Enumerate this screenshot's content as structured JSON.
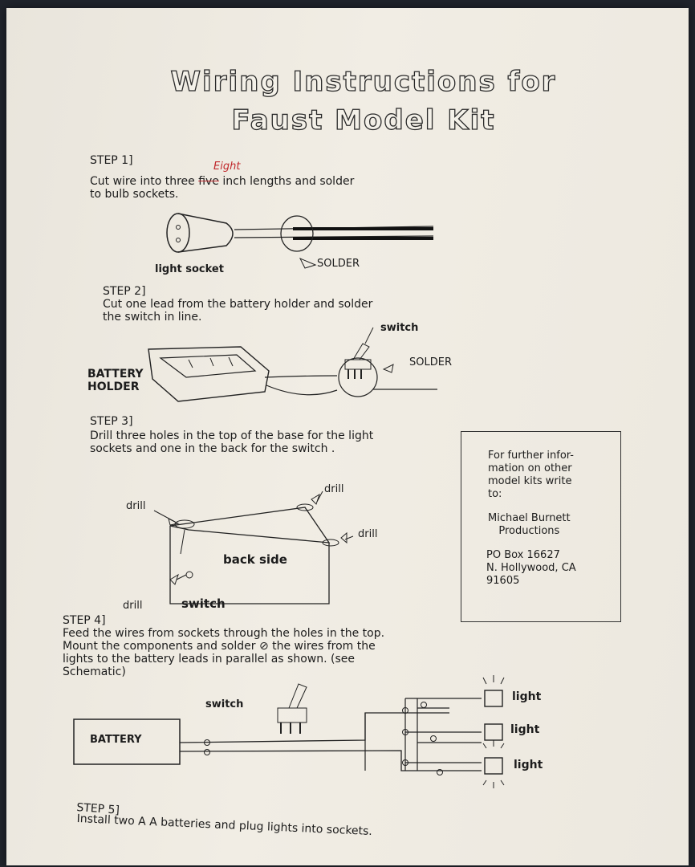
{
  "title": {
    "line1": "Wiring Instructions for",
    "line2": "Faust Model Kit"
  },
  "step1": {
    "heading": "STEP 1]",
    "text_before": "Cut wire into  three ",
    "struck_word": "five",
    "handwritten": "Eight",
    "text_after": " inch lengths and solder",
    "line2": "to bulb sockets.",
    "label_socket": "light   socket",
    "label_solder": "SOLDER"
  },
  "step2": {
    "heading": "STEP 2]",
    "text": "Cut one lead from the battery holder and solder\nthe switch in line.",
    "label_switch": "switch",
    "label_solder": "SOLDER",
    "label_battery": "BATTERY\nHOLDER"
  },
  "step3": {
    "heading": "STEP 3]",
    "text": "Drill three holes in the top of the base for the light\nsockets and one in the back for the switch .",
    "label_drill": "drill",
    "label_back": "back side",
    "label_switch": "switch"
  },
  "info": {
    "text": "For further infor-\nmation on other\nmodel kits write\nto:",
    "name": "Michael Burnett\nProductions",
    "address": "PO Box 16627\nN. Hollywood, CA\n91605"
  },
  "step4": {
    "heading": "STEP 4]",
    "text": "Feed the  wires from sockets through the holes in the top.\nMount the components and solder  ⊘  the wires from the\nlights to the battery leads in parallel as shown. (see\nSchematic)",
    "label_switch": "switch",
    "label_battery": "BATTERY",
    "label_light": "light"
  },
  "step5": {
    "heading": "STEP 5]",
    "text": "Install two A A batteries and plug lights into sockets."
  }
}
